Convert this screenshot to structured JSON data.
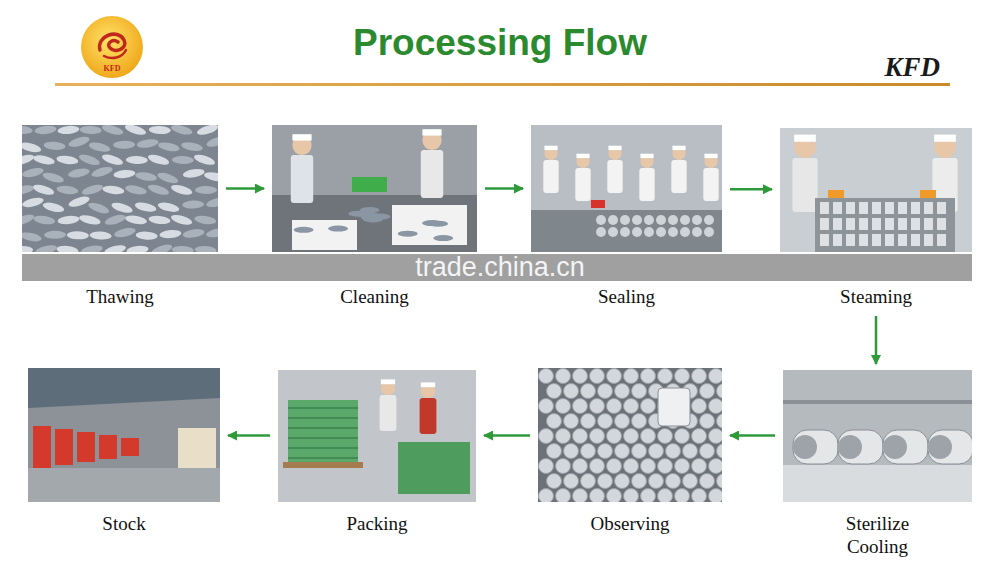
{
  "diagram": {
    "title": "Processing Flow",
    "nodes": [
      {
        "text": [
          "Thawing"
        ]
      },
      {
        "text": [
          "Cleaning"
        ]
      },
      {
        "text": [
          "Sealing"
        ]
      },
      {
        "text": [
          "Steaming"
        ]
      },
      {
        "text": [
          "Sterilize Cooling"
        ]
      },
      {
        "text": [
          "Observing"
        ]
      },
      {
        "text": [
          "Packing"
        ]
      },
      {
        "text": [
          "Stock"
        ]
      }
    ],
    "edges": [
      {
        "from": 0,
        "to": 1,
        "arrow": "to"
      },
      {
        "from": 1,
        "to": 2,
        "arrow": "to"
      },
      {
        "from": 2,
        "to": 3,
        "arrow": "to"
      },
      {
        "from": 3,
        "to": 4,
        "arrow": "to"
      },
      {
        "from": 4,
        "to": 5,
        "arrow": "to"
      },
      {
        "from": 5,
        "to": 6,
        "arrow": "to"
      },
      {
        "from": 6,
        "to": 7,
        "arrow": "to"
      }
    ],
    "labels": [
      "KFD",
      "KFD",
      "trade.china.cn"
    ]
  }
}
